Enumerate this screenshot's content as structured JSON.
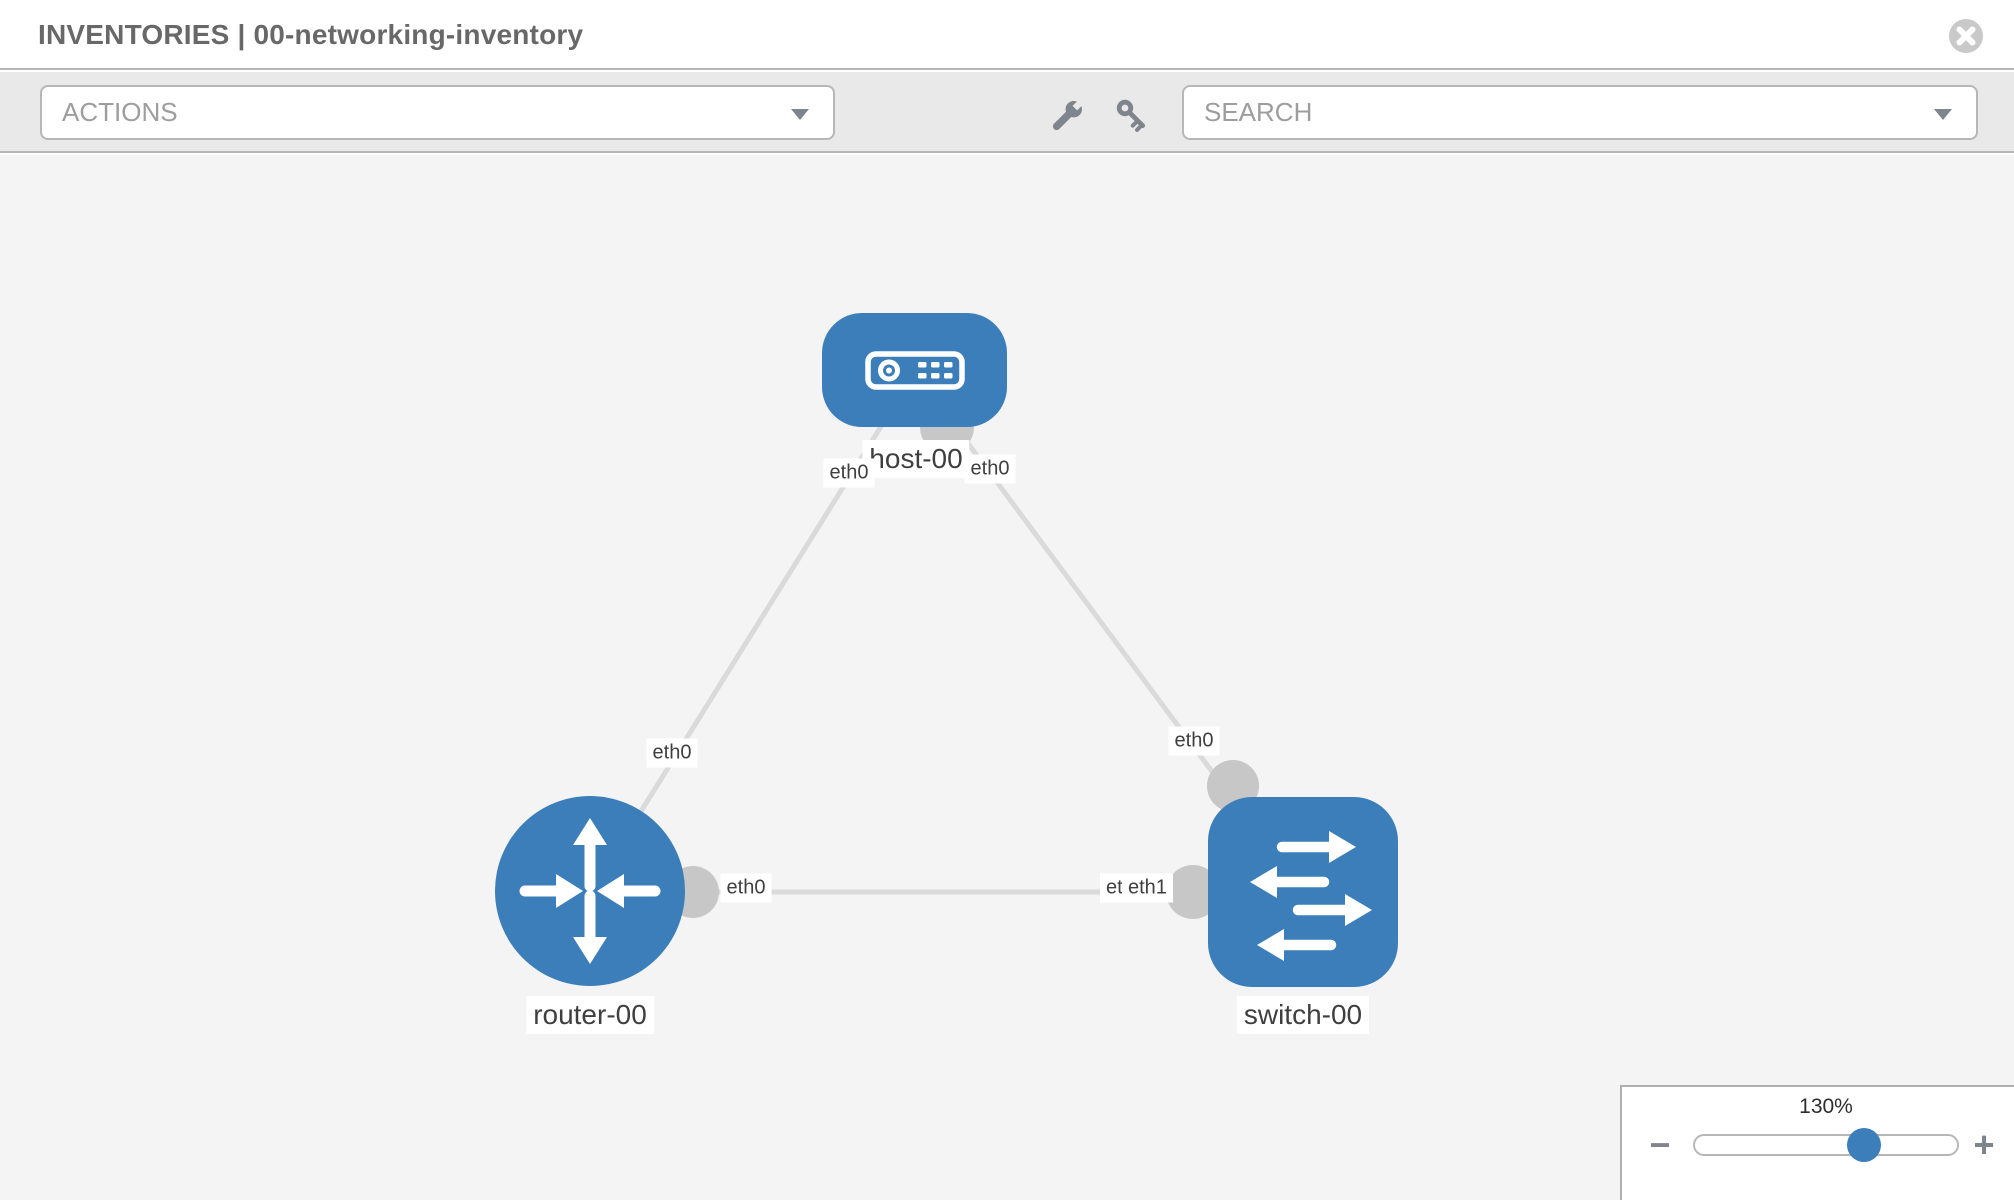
{
  "header": {
    "title": "INVENTORIES | 00-networking-inventory"
  },
  "toolbar": {
    "actions_label": "ACTIONS",
    "search_label": "SEARCH"
  },
  "icons": {
    "close": "close-circle-icon",
    "wrench": "wrench-icon",
    "key": "key-icon",
    "actions_caret": "chevron-down-icon",
    "search_caret": "chevron-down-icon",
    "host": "host-device-icon",
    "router": "router-arrows-icon",
    "switch": "switch-arrows-icon"
  },
  "topology": {
    "nodes": [
      {
        "name": "host-00",
        "type": "host"
      },
      {
        "name": "router-00",
        "type": "router"
      },
      {
        "name": "switch-00",
        "type": "switch"
      }
    ],
    "links": [
      {
        "from": "host-00",
        "to": "router-00",
        "from_label": "eth0",
        "to_label": "eth0"
      },
      {
        "from": "host-00",
        "to": "switch-00",
        "from_label": "eth0",
        "to_label": "eth0"
      },
      {
        "from": "router-00",
        "to": "switch-00",
        "from_label": "eth0",
        "to_labels": [
          "eth0",
          "eth1"
        ]
      }
    ]
  },
  "zoom_control": {
    "level": "130%",
    "minus_label": "−",
    "plus_label": "+"
  },
  "colors": {
    "accent": "#3b7eb9",
    "toolbar-bg": "#e9e9e9",
    "border": "#b7b7b7",
    "canvas-bg": "#f4f4f4",
    "link": "#dadada",
    "dot": "#c7c7c7",
    "muted-text": "#9d9d9d",
    "title-text": "#686868",
    "icon-gray": "#7f858c",
    "label-text": "#3f3f3f"
  }
}
